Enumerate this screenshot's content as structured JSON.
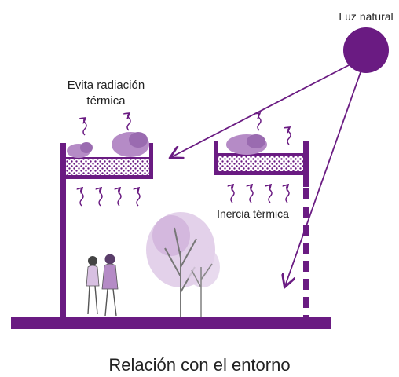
{
  "labels": {
    "sun": "Luz natural",
    "radiation_line1": "Evita radiación",
    "radiation_line2": "térmica",
    "inertia": "Inercia térmica",
    "caption": "Relación con el entorno"
  },
  "colors": {
    "structure": "#6a1b82",
    "sun": "#6a1b82",
    "foliage_light": "#c9a6d6",
    "foliage_dark": "#9a6bb0",
    "trunk": "#777777",
    "text": "#222222"
  }
}
